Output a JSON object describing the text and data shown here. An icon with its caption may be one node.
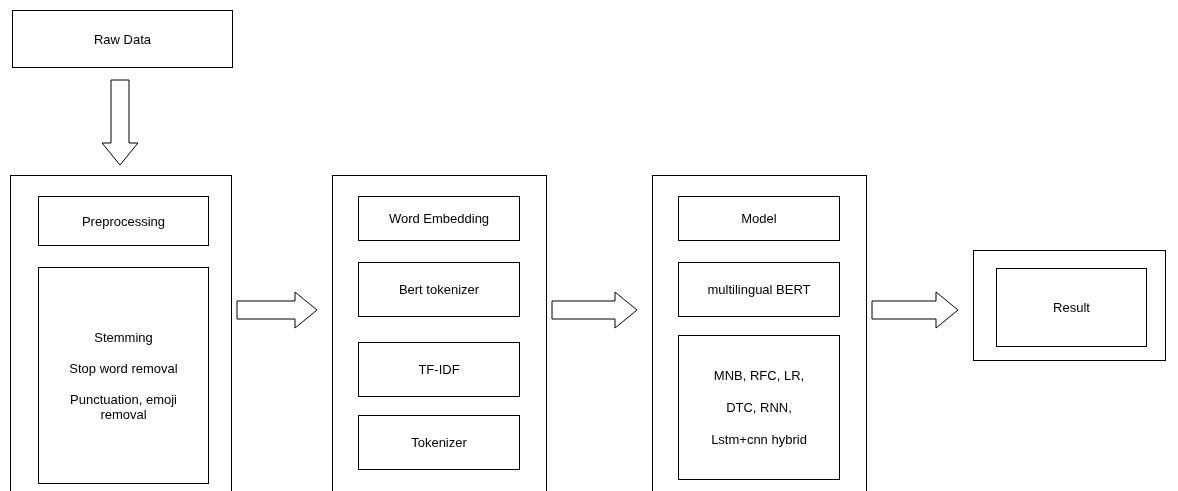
{
  "diagram": {
    "nodes": [
      {
        "text": [
          "Raw Data"
        ]
      },
      {
        "text": [],
        "shape": "box"
      },
      {
        "text": [
          "Preprocessing"
        ],
        "in": 1
      },
      {
        "text": [
          "Stemming",
          "Stop word removal",
          "Punctuation, emoji removal"
        ],
        "in": 1
      },
      {
        "text": [],
        "shape": "box"
      },
      {
        "text": [
          "Word Embedding"
        ],
        "in": 4
      },
      {
        "text": [
          "Bert tokenizer"
        ],
        "in": 4
      },
      {
        "text": [
          "TF-IDF"
        ],
        "in": 4
      },
      {
        "text": [
          "Tokenizer"
        ],
        "in": 4
      },
      {
        "text": [],
        "shape": "box"
      },
      {
        "text": [
          "Model"
        ],
        "in": 9
      },
      {
        "text": [
          "multilingual BERT"
        ],
        "in": 9
      },
      {
        "text": [
          "MNB, RFC, LR, DTC, RNN, Lstm+cnn hybrid"
        ],
        "in": 9
      },
      {
        "text": [],
        "shape": "box"
      },
      {
        "text": [
          "Result"
        ],
        "in": 13
      }
    ],
    "edges": [
      {
        "from": 0,
        "to": 1,
        "arrow": "to"
      },
      {
        "from": 1,
        "to": 4,
        "arrow": "to"
      },
      {
        "from": 4,
        "to": 9,
        "arrow": "to"
      },
      {
        "from": 9,
        "to": 13,
        "arrow": "to"
      }
    ]
  }
}
